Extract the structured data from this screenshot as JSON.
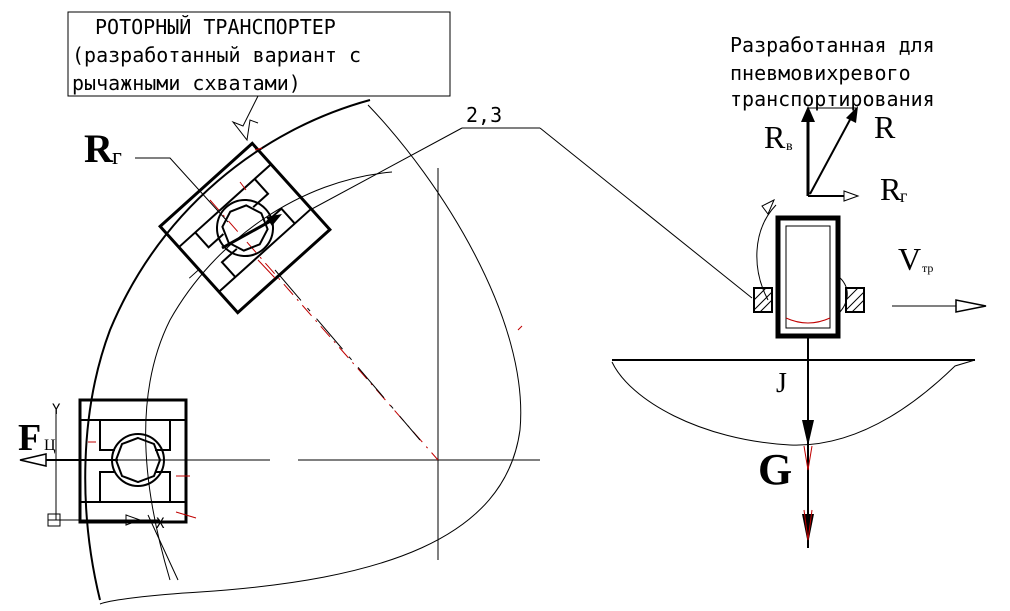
{
  "labels": {
    "left_title_line1": "РОТОРНЫЙ ТРАНСПОРТЕР",
    "left_title_line2": "(разработанный вариант с",
    "left_title_line3": "рычажными схватами)",
    "right_title_line1": "Разработанная для",
    "right_title_line2": "пневмовихревого",
    "right_title_line3": "транспортирования",
    "ref_number": "2,3",
    "r_main": "R",
    "r_v": "R",
    "r_v_sub": "в",
    "r_g_right": "R",
    "r_g_right_sub": "г",
    "r_g_left": "R",
    "r_g_left_sub": "г",
    "v_tr": "V",
    "v_tr_sub": "тр",
    "j_label": "J",
    "g_label": "G",
    "f_label": "F",
    "f_sub": "Ц",
    "axis_x": "X",
    "axis_y": "Y"
  },
  "colors": {
    "line": "#000000",
    "accent": "#c00000",
    "background": "#ffffff"
  }
}
